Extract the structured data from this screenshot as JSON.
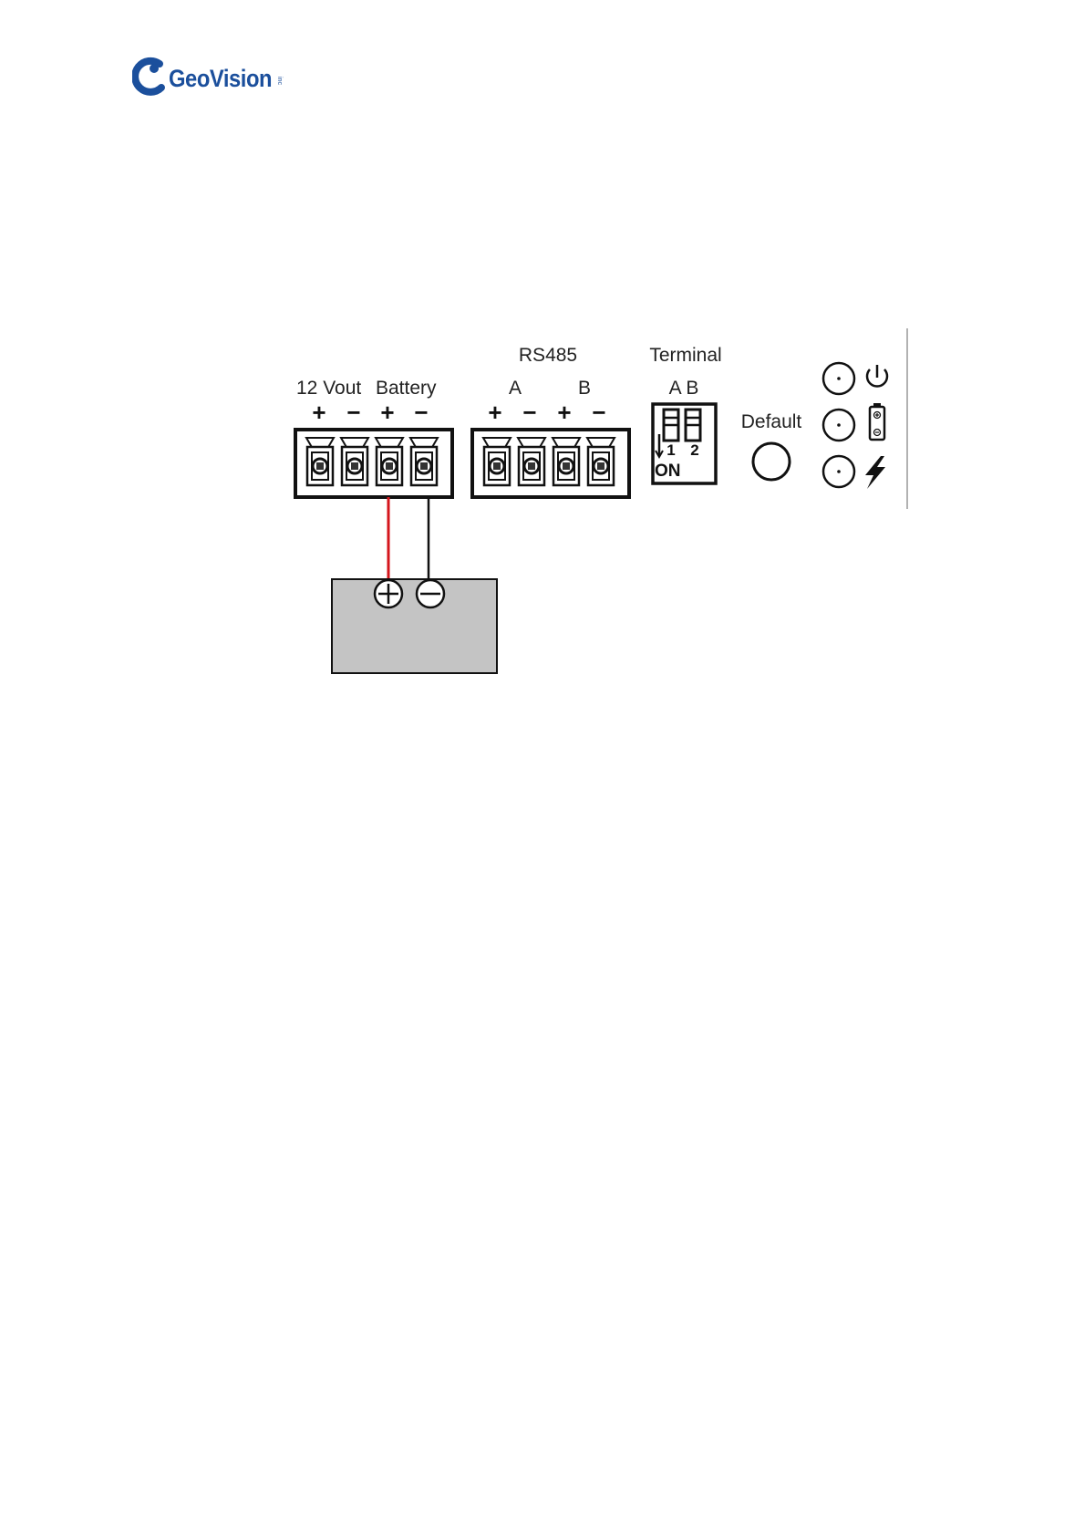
{
  "brand": {
    "name": "GeoVision",
    "suffix": "inc",
    "color": "#1b4f9c"
  },
  "labels": {
    "vout": "12 Vout",
    "battery": "Battery",
    "rs485": "RS485",
    "rs485_a": "A",
    "rs485_b": "B",
    "terminal": "Terminal",
    "terminal_ab": "A B",
    "default": "Default",
    "dip_1": "1",
    "dip_2": "2",
    "dip_on": "ON"
  },
  "polarity": {
    "left_block": [
      "+",
      "−",
      "+",
      "−"
    ],
    "right_block": [
      "+",
      "−",
      "+",
      "−"
    ]
  },
  "leds": [
    "power-icon",
    "battery-icon",
    "lightning-icon"
  ],
  "wires": {
    "positive_color": "#d4161c",
    "negative_color": "#111111"
  },
  "battery_fill": "#c4c4c4"
}
